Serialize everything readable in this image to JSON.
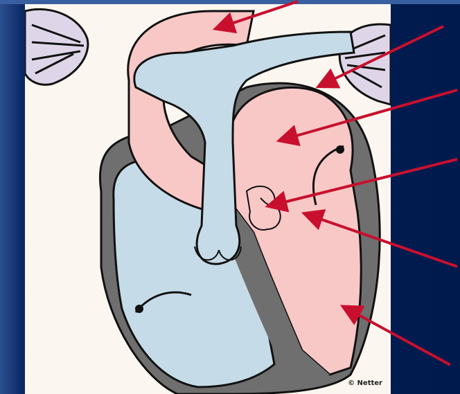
{
  "credit": "© Netter",
  "colors": {
    "slide_background": "#001a4d",
    "paper": "#fbf6f0",
    "oxygenated": "#f8c8c6",
    "deoxygenated": "#c6dbe8",
    "lung": "#ded6e8",
    "myocardium": "#6f6f6f",
    "outline": "#111111",
    "arrow": "#c8102e"
  },
  "arrows": [
    "arrow-1",
    "arrow-2",
    "arrow-3",
    "arrow-4",
    "arrow-5",
    "arrow-6"
  ]
}
